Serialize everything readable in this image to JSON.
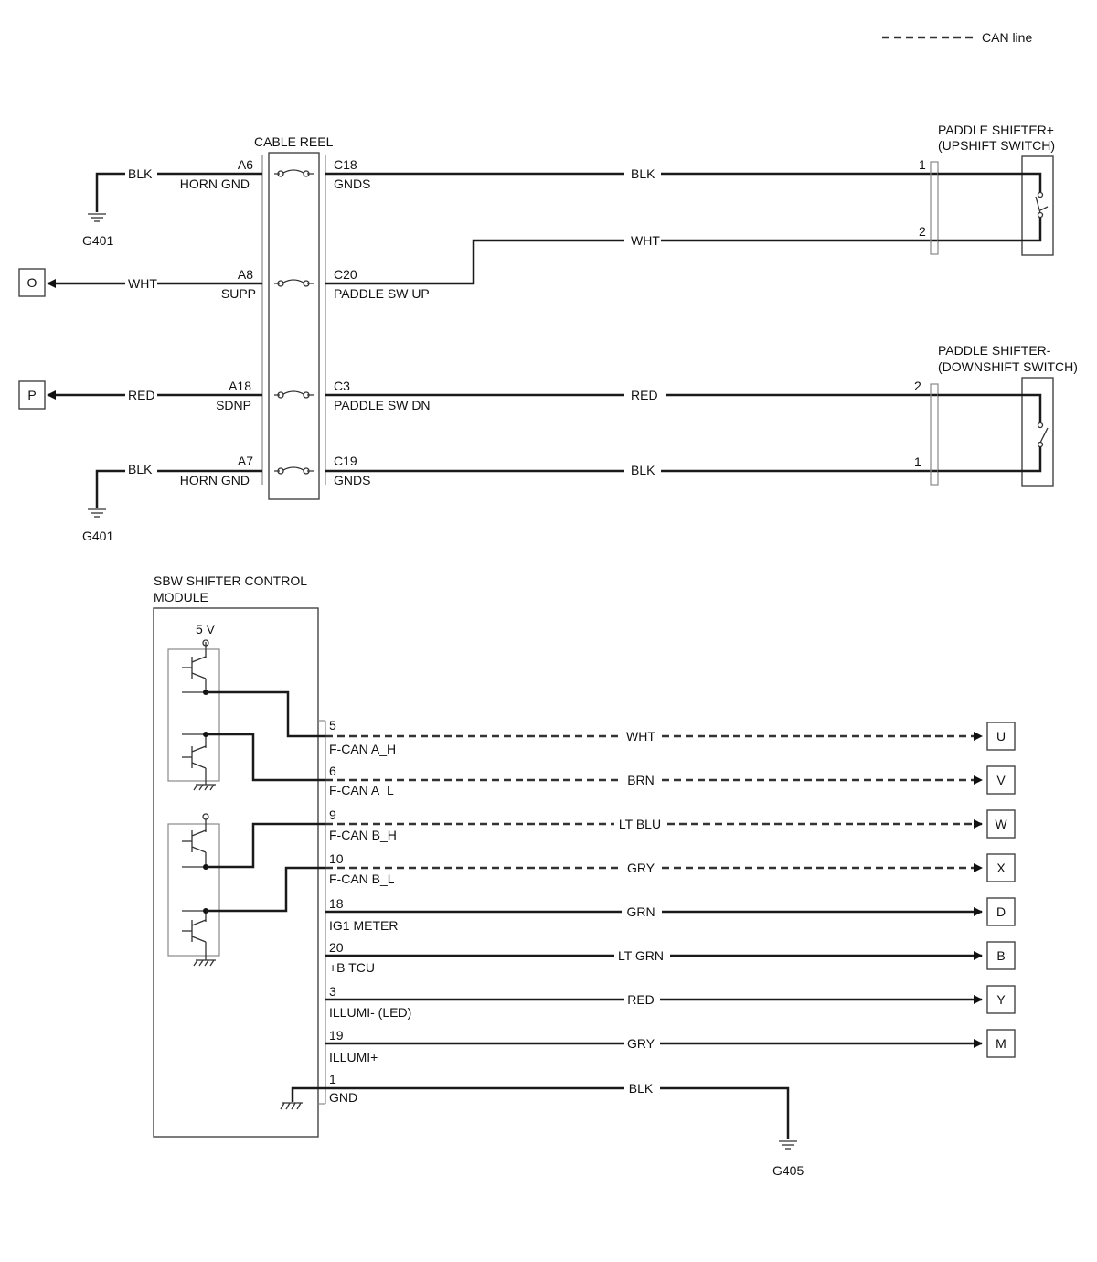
{
  "legend": {
    "can_line_label": "CAN line"
  },
  "cable_reel": {
    "title": "CABLE REEL",
    "rows": [
      {
        "left_wire": "BLK",
        "left_pin": "A6",
        "left_signal": "HORN GND",
        "right_pin": "C18",
        "right_signal": "GNDS",
        "right_wire": "BLK",
        "left_end": "G401"
      },
      {
        "left_wire": "WHT",
        "left_pin": "A8",
        "left_signal": "SUPP",
        "right_pin": "C20",
        "right_signal": "PADDLE SW UP",
        "right_wire": "WHT",
        "left_end": "O"
      },
      {
        "left_wire": "RED",
        "left_pin": "A18",
        "left_signal": "SDNP",
        "right_pin": "C3",
        "right_signal": "PADDLE SW DN",
        "right_wire": "RED",
        "left_end": "P"
      },
      {
        "left_wire": "BLK",
        "left_pin": "A7",
        "left_signal": "HORN GND",
        "right_pin": "C19",
        "right_signal": "GNDS",
        "right_wire": "BLK",
        "left_end": "G401"
      }
    ]
  },
  "paddle_up": {
    "title_line1": "PADDLE SHIFTER+",
    "title_line2": "(UPSHIFT SWITCH)",
    "pins": [
      "1",
      "2"
    ]
  },
  "paddle_down": {
    "title_line1": "PADDLE SHIFTER-",
    "title_line2": "(DOWNSHIFT SWITCH)",
    "pins": [
      "2",
      "1"
    ]
  },
  "module": {
    "title_line1": "SBW SHIFTER CONTROL",
    "title_line2": "MODULE",
    "supply": "5 V",
    "pins": [
      {
        "pin": "5",
        "signal": "F-CAN A_H",
        "wire": "WHT",
        "dest": "U",
        "can": true
      },
      {
        "pin": "6",
        "signal": "F-CAN A_L",
        "wire": "BRN",
        "dest": "V",
        "can": true
      },
      {
        "pin": "9",
        "signal": "F-CAN B_H",
        "wire": "LT BLU",
        "dest": "W",
        "can": true
      },
      {
        "pin": "10",
        "signal": "F-CAN B_L",
        "wire": "GRY",
        "dest": "X",
        "can": true
      },
      {
        "pin": "18",
        "signal": "IG1 METER",
        "wire": "GRN",
        "dest": "D",
        "can": false
      },
      {
        "pin": "20",
        "signal": "+B TCU",
        "wire": "LT GRN",
        "dest": "B",
        "can": false
      },
      {
        "pin": "3",
        "signal": "ILLUMI- (LED)",
        "wire": "RED",
        "dest": "Y",
        "can": false
      },
      {
        "pin": "19",
        "signal": "ILLUMI+",
        "wire": "GRY",
        "dest": "M",
        "can": false
      },
      {
        "pin": "1",
        "signal": "GND",
        "wire": "BLK",
        "dest": "G405",
        "can": false
      }
    ]
  }
}
